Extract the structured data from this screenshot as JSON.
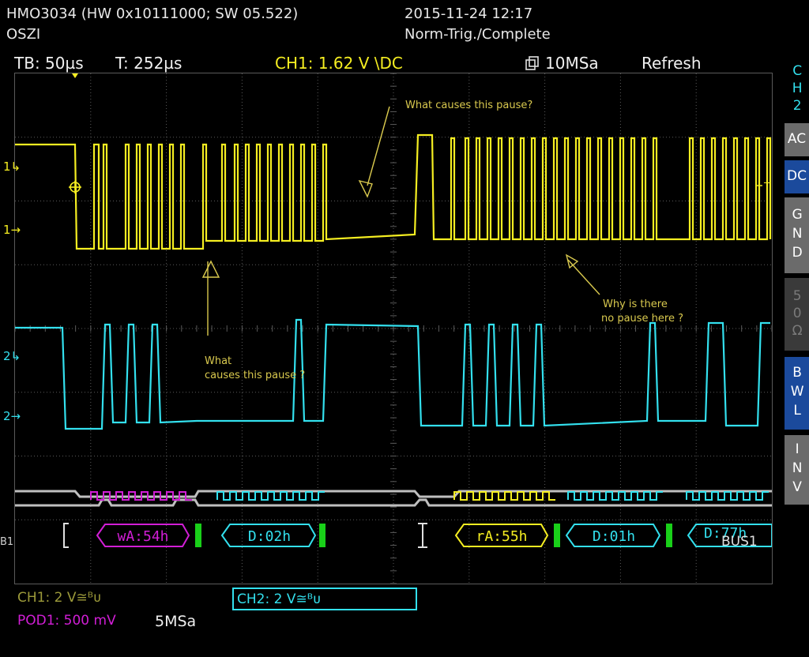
{
  "header": {
    "model": "HMO3034 (HW 0x10111000; SW 05.522)",
    "mode": "OSZI",
    "datetime": "2015-11-24 12:17",
    "trigger_state": "Norm-Trig./Complete"
  },
  "status_bar": {
    "timebase": "TB: 50µs",
    "trigger_time": "T: 252µs",
    "trigger_source": "CH1: 1.62 V \\DC",
    "sample_rate": "10MSa",
    "acquire_mode": "Refresh"
  },
  "side_menu": {
    "ch2": "CH2",
    "ac": "AC",
    "dc": "DC",
    "gnd": "GND",
    "fifty": "50Ω",
    "bwl": "BWL",
    "inv": "INV"
  },
  "markers": {
    "ch1_level": "1",
    "ch1_ref": "1",
    "ch2_level": "2",
    "ch2_ref": "2",
    "bus_ref": "B1",
    "bus_label": "BUS1",
    "trigger": "T"
  },
  "annotations": {
    "pause_top": "What causes this pause?",
    "pause_left_line1": "What",
    "pause_left_line2": "causes this pause ?",
    "nopause_line1": "Why is there",
    "nopause_line2": "no pause here ?"
  },
  "bus_decode": {
    "frames": [
      "wA:54h",
      "D:02h",
      "rA:55h",
      "D:01h",
      "D:77h"
    ]
  },
  "footer": {
    "ch1": "CH1: 2 V≅ᴮᴜ",
    "ch2": "CH2: 2 V≅ᴮᴜ",
    "pod1": "POD1: 500 mV",
    "pod_rate": "5MSa"
  },
  "colors": {
    "ch1": "#f5ee21",
    "ch2": "#33e0ee",
    "pod": "#d21ed6",
    "grid": "#5a5a5a",
    "ack": "#19d019",
    "annotation": "#d9c94e"
  }
}
